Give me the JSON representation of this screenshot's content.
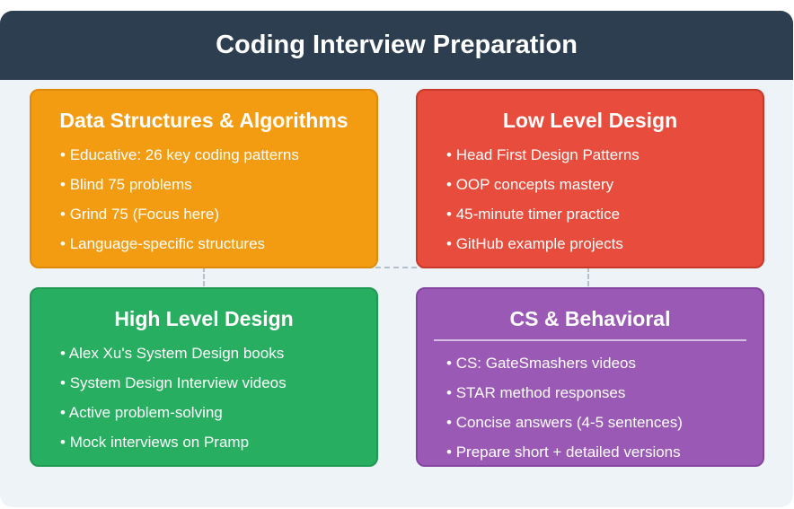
{
  "title": "Coding Interview Preparation",
  "cards": [
    {
      "title": "Data Structures & Algorithms",
      "color": "#f39c12",
      "items": [
        "Educative: 26 key coding patterns",
        "Blind 75 problems",
        "Grind 75 (Focus here)",
        "Language-specific structures"
      ]
    },
    {
      "title": "Low Level Design",
      "color": "#e74c3c",
      "items": [
        "Head First Design Patterns",
        "OOP concepts mastery",
        "45-minute timer practice",
        "GitHub example projects"
      ]
    },
    {
      "title": "High Level Design",
      "color": "#27ae60",
      "items": [
        "Alex Xu's System Design books",
        "System Design Interview videos",
        "Active problem-solving",
        "Mock interviews on Pramp"
      ]
    },
    {
      "title": "CS & Behavioral",
      "color": "#9b59b6",
      "items": [
        "CS: GateSmashers videos",
        "STAR method responses",
        "Concise answers (4-5 sentences)",
        "Prepare short + detailed versions"
      ]
    }
  ]
}
